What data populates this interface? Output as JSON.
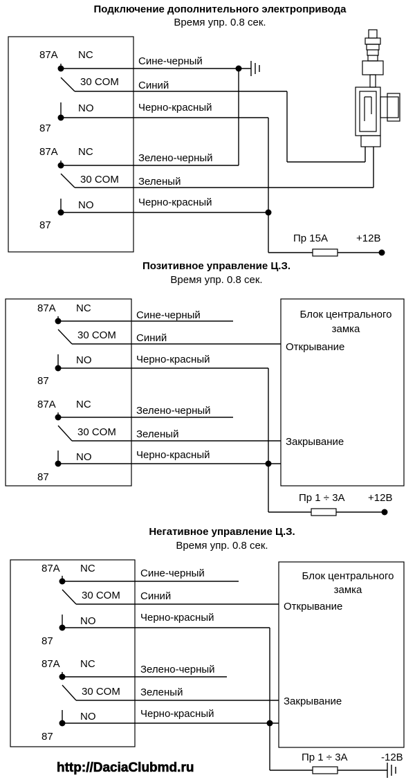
{
  "sections": [
    {
      "title": "Подключение дополнительного электропривода",
      "subtitle": "Время упр. 0.8 сек.",
      "relay1": {
        "nc_pin": "87A",
        "nc_label": "NC",
        "com_label": "30 COM",
        "no_label": "NO",
        "no_pin": "87"
      },
      "relay2": {
        "nc_pin": "87A",
        "nc_label": "NC",
        "com_label": "30 COM",
        "no_label": "NO",
        "no_pin": "87"
      },
      "wires": [
        "Сине-черный",
        "Синий",
        "Черно-красный",
        "Зелено-черный",
        "Зеленый",
        "Черно-красный"
      ],
      "fuse_label": "Пр 15А",
      "supply_label": "+12В"
    },
    {
      "title": "Позитивное управление Ц.З.",
      "subtitle": "Время упр. 0.8 сек.",
      "relay1": {
        "nc_pin": "87A",
        "nc_label": "NC",
        "com_label": "30 COM",
        "no_label": "NO",
        "no_pin": "87"
      },
      "relay2": {
        "nc_pin": "87A",
        "nc_label": "NC",
        "com_label": "30 COM",
        "no_label": "NO",
        "no_pin": "87"
      },
      "wires": [
        "Сине-черный",
        "Синий",
        "Черно-красный",
        "Зелено-черный",
        "Зеленый",
        "Черно-красный"
      ],
      "block_title_line1": "Блок центрального",
      "block_title_line2": "замка",
      "open_label": "Открывание",
      "close_label": "Закрывание",
      "fuse_label": "Пр 1 ÷ 3А",
      "supply_label": "+12В"
    },
    {
      "title": "Негативное управление Ц.З.",
      "subtitle": "Время упр. 0.8 сек.",
      "relay1": {
        "nc_pin": "87A",
        "nc_label": "NC",
        "com_label": "30 COM",
        "no_label": "NO",
        "no_pin": "87"
      },
      "relay2": {
        "nc_pin": "87A",
        "nc_label": "NC",
        "com_label": "30 COM",
        "no_label": "NO",
        "no_pin": "87"
      },
      "wires": [
        "Сине-черный",
        "Синий",
        "Черно-красный",
        "Зелено-черный",
        "Зеленый",
        "Черно-красный"
      ],
      "block_title_line1": "Блок центрального",
      "block_title_line2": "замка",
      "open_label": "Открывание",
      "close_label": "Закрывание",
      "fuse_label": "Пр 1 ÷ 3А",
      "supply_label": "-12В"
    }
  ],
  "watermark": "http://DaciaClubmd.ru",
  "colors": {
    "line": "#000000",
    "background": "#ffffff",
    "watermark_fill": "#ffff00"
  }
}
